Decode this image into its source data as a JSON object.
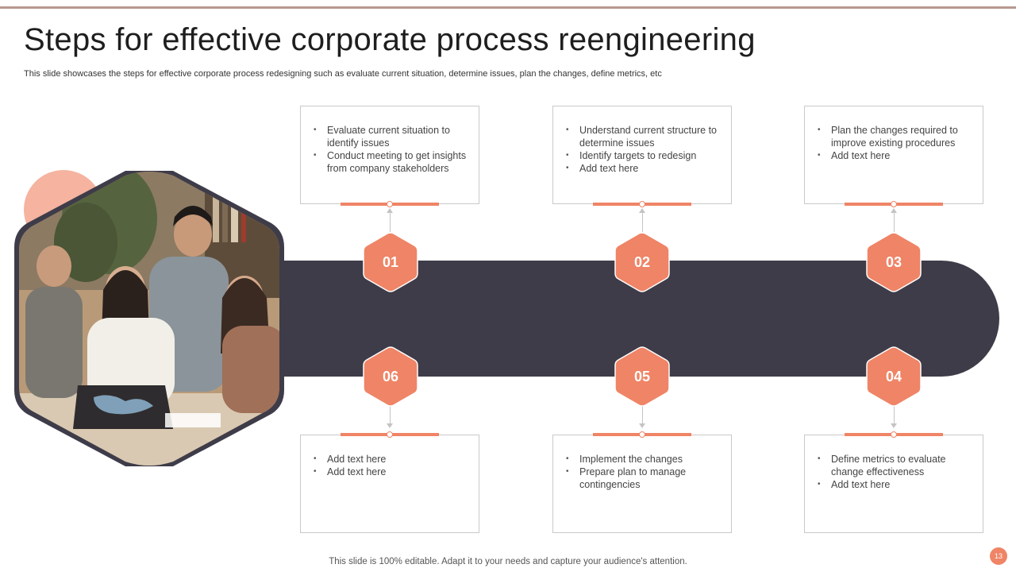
{
  "slide": {
    "title": "Steps for effective corporate process reengineering",
    "subtitle": "This slide showcases the steps for effective corporate process redesigning such as evaluate current situation, determine issues, plan the changes, define metrics, etc",
    "footer": "This slide is 100% editable. Adapt it to your needs and capture your audience's attention.",
    "page_number": "13"
  },
  "colors": {
    "accent": "#ef8466",
    "band": "#3e3c49",
    "accent_light": "#f5b3a0"
  },
  "photo": {
    "icon": "team-meeting-photo"
  },
  "steps": [
    {
      "number": "01",
      "bullets": [
        "Evaluate  current situation to identify issues",
        "Conduct meeting to get insights from company stakeholders"
      ]
    },
    {
      "number": "02",
      "bullets": [
        "Understand current structure to determine issues",
        "Identify targets to redesign",
        "Add text here"
      ]
    },
    {
      "number": "03",
      "bullets": [
        "Plan the changes required to improve  existing procedures",
        "Add text here"
      ]
    },
    {
      "number": "04",
      "bullets": [
        "Define  metrics to evaluate change effectiveness",
        "Add text here"
      ]
    },
    {
      "number": "05",
      "bullets": [
        "Implement  the changes",
        "Prepare  plan to manage contingencies"
      ]
    },
    {
      "number": "06",
      "bullets": [
        "Add text here",
        "Add text here"
      ]
    }
  ]
}
